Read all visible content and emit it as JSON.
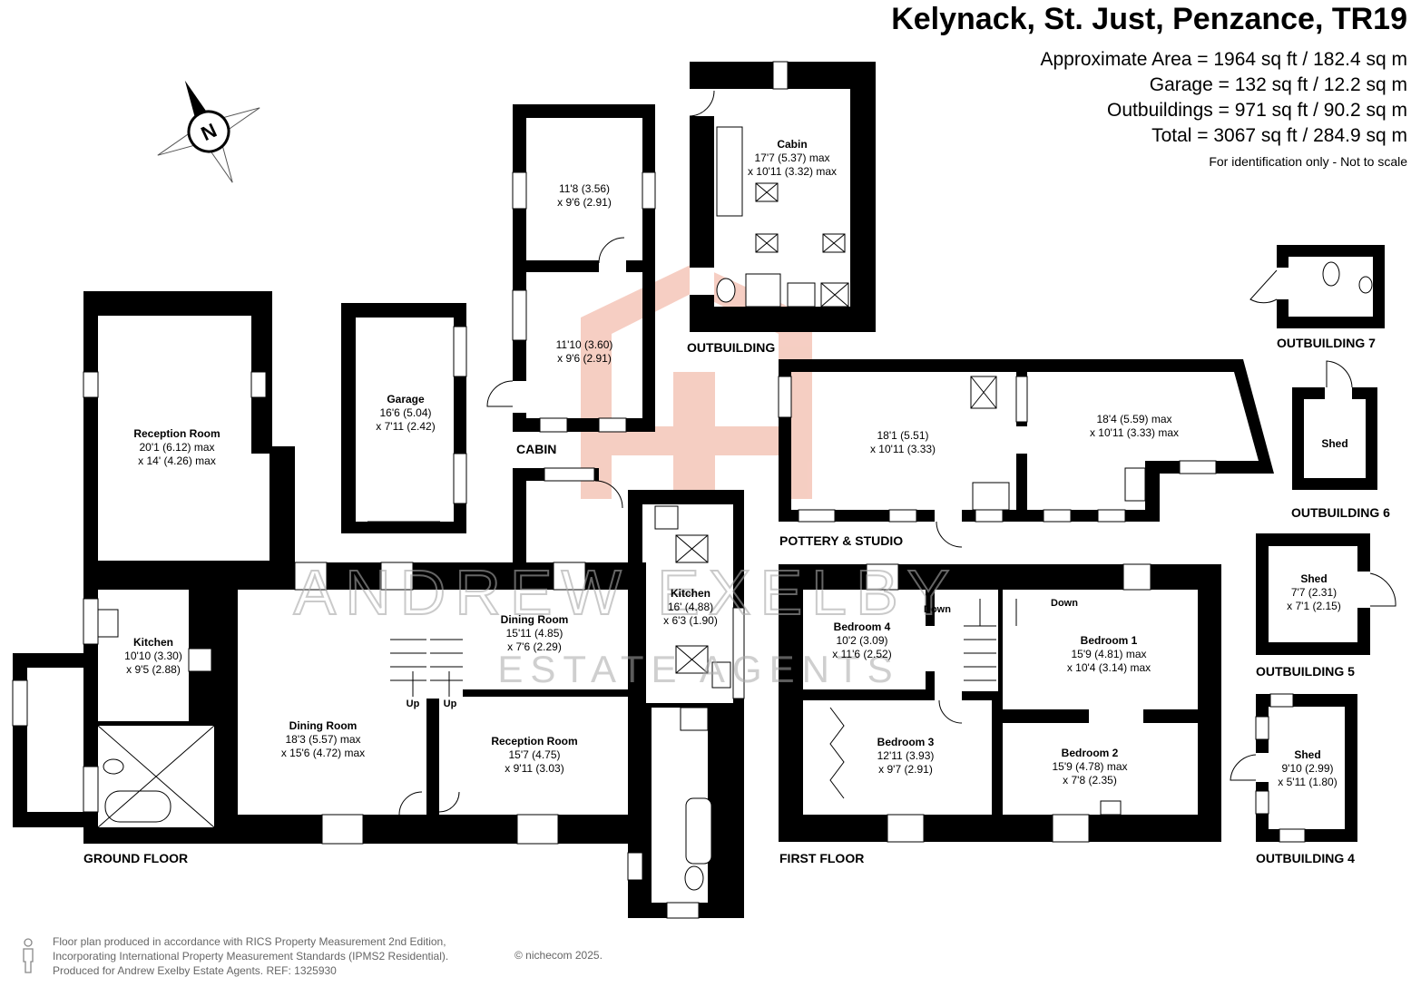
{
  "header": {
    "title": "Kelynack, St. Just, Penzance, TR19",
    "areas": [
      "Approximate Area = 1964 sq ft / 182.4 sq m",
      "Garage = 132 sq ft / 12.2 sq m",
      "Outbuildings = 971 sq ft / 90.2 sq m",
      "Total = 3067 sq ft / 284.9 sq m"
    ],
    "disclaimer": "For identification only - Not to scale"
  },
  "compass": {
    "letter": "N"
  },
  "watermark": {
    "line1": "ANDREW EXELBY",
    "line2": "ESTATE AGENTS"
  },
  "sections": {
    "ground_floor": "GROUND FLOOR",
    "first_floor": "FIRST FLOOR",
    "cabin": "CABIN",
    "outbuilding": "OUTBUILDING",
    "pottery": "POTTERY & STUDIO",
    "outbuilding_7": "OUTBUILDING 7",
    "outbuilding_6": "OUTBUILDING 6",
    "outbuilding_5": "OUTBUILDING 5",
    "outbuilding_4": "OUTBUILDING 4"
  },
  "rooms": {
    "reception_room_large": {
      "name": "Reception Room",
      "dim1": "20'1 (6.12) max",
      "dim2": "x 14' (4.26) max"
    },
    "garage": {
      "name": "Garage",
      "dim1": "16'6 (5.04)",
      "dim2": "x 7'11 (2.42)"
    },
    "cabin_room_upper": {
      "dim1": "11'8 (3.56)",
      "dim2": "x 9'6 (2.91)"
    },
    "cabin_room_lower": {
      "dim1": "11'10 (3.60)",
      "dim2": "x 9'6 (2.91)"
    },
    "outbuilding_cabin": {
      "name": "Cabin",
      "dim1": "17'7 (5.37) max",
      "dim2": "x 10'11 (3.32) max"
    },
    "kitchen_left": {
      "name": "Kitchen",
      "dim1": "10'10 (3.30)",
      "dim2": "x 9'5 (2.88)"
    },
    "dining_room_main": {
      "name": "Dining Room",
      "dim1": "18'3 (5.57) max",
      "dim2": "x 15'6 (4.72) max"
    },
    "dining_room_small": {
      "name": "Dining Room",
      "dim1": "15'11 (4.85)",
      "dim2": "x 7'6 (2.29)"
    },
    "reception_room_small": {
      "name": "Reception Room",
      "dim1": "15'7 (4.75)",
      "dim2": "x 9'11 (3.03)"
    },
    "kitchen_right": {
      "name": "Kitchen",
      "dim1": "16' (4.88)",
      "dim2": "x 6'3 (1.90)"
    },
    "pottery_room_left": {
      "dim1": "18'1 (5.51)",
      "dim2": "x 10'11 (3.33)"
    },
    "pottery_room_right": {
      "dim1": "18'4 (5.59) max",
      "dim2": "x 10'11 (3.33) max"
    },
    "bedroom_4": {
      "name": "Bedroom 4",
      "dim1": "10'2 (3.09)",
      "dim2": "x 11'6 (2.52)"
    },
    "bedroom_1": {
      "name": "Bedroom 1",
      "dim1": "15'9 (4.81) max",
      "dim2": "x 10'4 (3.14) max"
    },
    "bedroom_3": {
      "name": "Bedroom 3",
      "dim1": "12'11 (3.93)",
      "dim2": "x 9'7 (2.91)"
    },
    "bedroom_2": {
      "name": "Bedroom 2",
      "dim1": "15'9 (4.78) max",
      "dim2": "x 7'8 (2.35)"
    },
    "shed_6": {
      "name": "Shed"
    },
    "shed_5": {
      "name": "Shed",
      "dim1": "7'7 (2.31)",
      "dim2": "x 7'1 (2.15)"
    },
    "shed_4": {
      "name": "Shed",
      "dim1": "9'10 (2.99)",
      "dim2": "x 5'11 (1.80)"
    }
  },
  "stairs": {
    "up": "Up",
    "down": "Down"
  },
  "footer": {
    "line1": "Floor plan produced in accordance with RICS Property Measurement 2nd Edition,",
    "line2": "Incorporating International Property Measurement Standards (IPMS2 Residential).",
    "line3": "Produced for Andrew Exelby Estate Agents.   REF: 1325930",
    "copyright": "© nichecom 2025."
  },
  "colors": {
    "wall": "#000000",
    "watermark_logo": "#f4c6b8",
    "watermark_text": "#a8a8a8",
    "footer_text": "#666666"
  }
}
